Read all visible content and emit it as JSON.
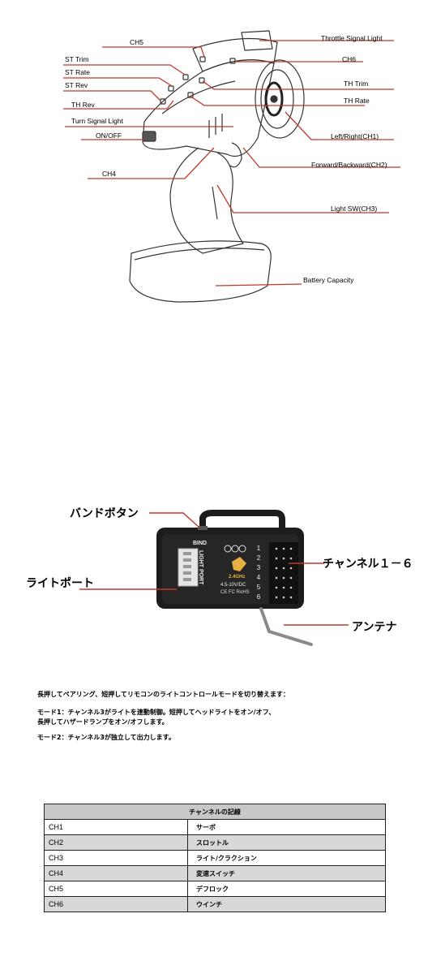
{
  "transmitter": {
    "labels": {
      "ch5": "CH5",
      "throttle_signal_light": "Throttle Signal Light",
      "st_trim": "ST Trim",
      "ch6": "CH6",
      "st_rate": "ST Rate",
      "st_rev": "ST Rev",
      "th_trim": "TH Trim",
      "th_rev": "TH Rev",
      "th_rate": "TH Rate",
      "turn_signal_light": "Turn Signal Light",
      "on_off": "ON/OFF",
      "left_right": "Left/Right(CH1)",
      "forward_backward": "Forward/Backward(CH2)",
      "ch4": "CH4",
      "light_sw": "Light SW(CH3)",
      "battery_capacity": "Battery Capacity"
    }
  },
  "receiver": {
    "labels": {
      "bind_button": "バンドボタン",
      "light_port": "ライトポート",
      "channels": "チャンネル１－６",
      "antenna": "アンテナ"
    },
    "printed": {
      "bind": "BIND",
      "light_port": "LIGHT PORT",
      "voltage": "4.5-10V/DC",
      "cert": "CE FC RoHS",
      "band": "2.4GHz",
      "channel_numbers": [
        "1",
        "2",
        "3",
        "4",
        "5",
        "6"
      ]
    }
  },
  "notes": {
    "line1": "長押してペアリング、短押してリモコンのライトコントロールモードを切り替えます：",
    "line2": "モード1：チャンネル3がライトを連動制御。短押してヘッドライトをオン/オフ、",
    "line3": "長押してハザードランプをオン/オフします。",
    "line4": "モード2：チャンネル3が独立して出力します。"
  },
  "channel_table": {
    "title": "チャンネルの記線",
    "rows": [
      {
        "ch": "CH1",
        "func": "サーボ"
      },
      {
        "ch": "CH2",
        "func": "スロットル"
      },
      {
        "ch": "CH3",
        "func": "ライト/クラクション"
      },
      {
        "ch": "CH4",
        "func": "変速スイッチ"
      },
      {
        "ch": "CH5",
        "func": "デフロック"
      },
      {
        "ch": "CH6",
        "func": "ウインチ"
      }
    ]
  },
  "colors": {
    "leader_line": "#c0392b",
    "drawing_line": "#333333",
    "receiver_body": "#1c1c1c",
    "table_shade": "#d8d8d8"
  }
}
